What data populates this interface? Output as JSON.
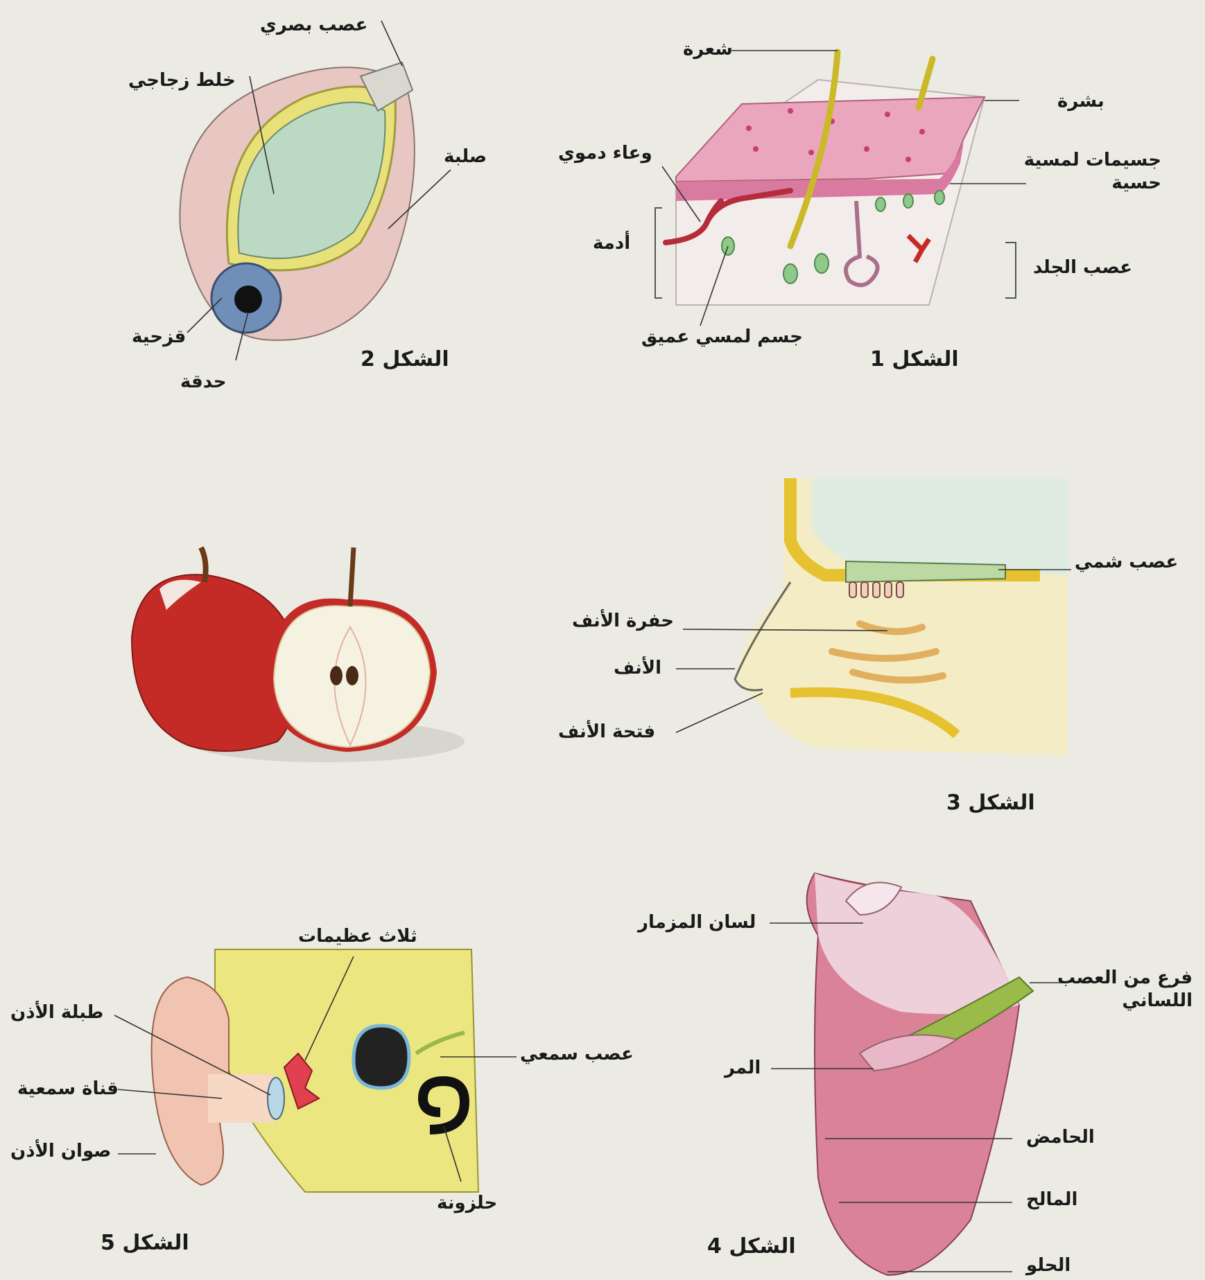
{
  "figure1": {
    "caption": "الشكل 1",
    "labels": {
      "hair": "شعرة",
      "epidermis": "بشرة",
      "blood_vessel": "وعاء دموي",
      "touch_corpuscles": "جسيمات لمسية حسية",
      "dermis": "أدمة",
      "skin_nerve": "عصب الجلد",
      "deep_touch_body": "جسم لمسي عميق"
    }
  },
  "figure2": {
    "caption": "الشكل 2",
    "labels": {
      "optic_nerve": "عصب بصري",
      "vitreous": "خلط زجاجي",
      "sclera": "صلبة",
      "iris": "قزحية",
      "pupil": "حدقة"
    }
  },
  "figure3": {
    "caption": "الشكل 3",
    "labels": {
      "olfactory_nerve": "عصب شمي",
      "nasal_cavity": "حفرة الأنف",
      "nose": "الأنف",
      "nostril": "فتحة الأنف"
    }
  },
  "figure4": {
    "caption": "الشكل 4",
    "labels": {
      "epiglottis": "لسان المزمار",
      "lingual_nerve_branch": "فرع من العصب اللساني",
      "bitter": "المر",
      "sour": "الحامض",
      "salty": "المالح",
      "sweet": "الحلو"
    }
  },
  "figure5": {
    "caption": "الشكل 5",
    "labels": {
      "ossicles": "ثلاث عظيمات",
      "eardrum": "طبلة الأذن",
      "ear_canal": "قناة سمعية",
      "pinna": "صوان الأذن",
      "auditory_nerve": "عصب سمعي",
      "cochlea": "حلزونة"
    }
  },
  "colors": {
    "background": "#ecebe3",
    "skin_pink": "#e9a6bd",
    "nerve_yellow": "#e6d94a",
    "vitreous_green": "#bcd9c4",
    "apple_red": "#c42b26",
    "tongue_pink": "#d98298"
  }
}
